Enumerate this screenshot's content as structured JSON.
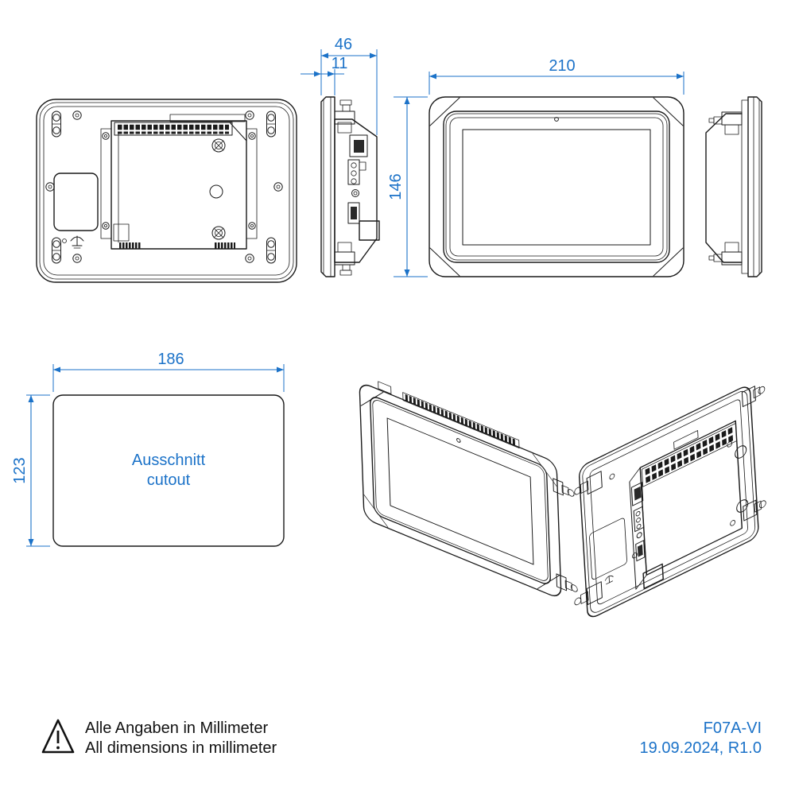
{
  "drawing": {
    "dimensions": {
      "depth_total": "46",
      "depth_front": "11",
      "width": "210",
      "height": "146",
      "cutout_width": "186",
      "cutout_height": "123"
    },
    "cutout_label": {
      "line1": "Ausschnitt",
      "line2": "cutout"
    },
    "note": {
      "de": "Alle Angaben in Millimeter",
      "en": "All dimensions in millimeter"
    },
    "title_block": {
      "model": "F07A-VI",
      "date_revision": "19.09.2024, R1.0"
    },
    "colors": {
      "dimension_blue": "#1b72c8",
      "line_black": "#1a1a1a"
    },
    "icons": {
      "warning": "warning-triangle-icon"
    }
  }
}
